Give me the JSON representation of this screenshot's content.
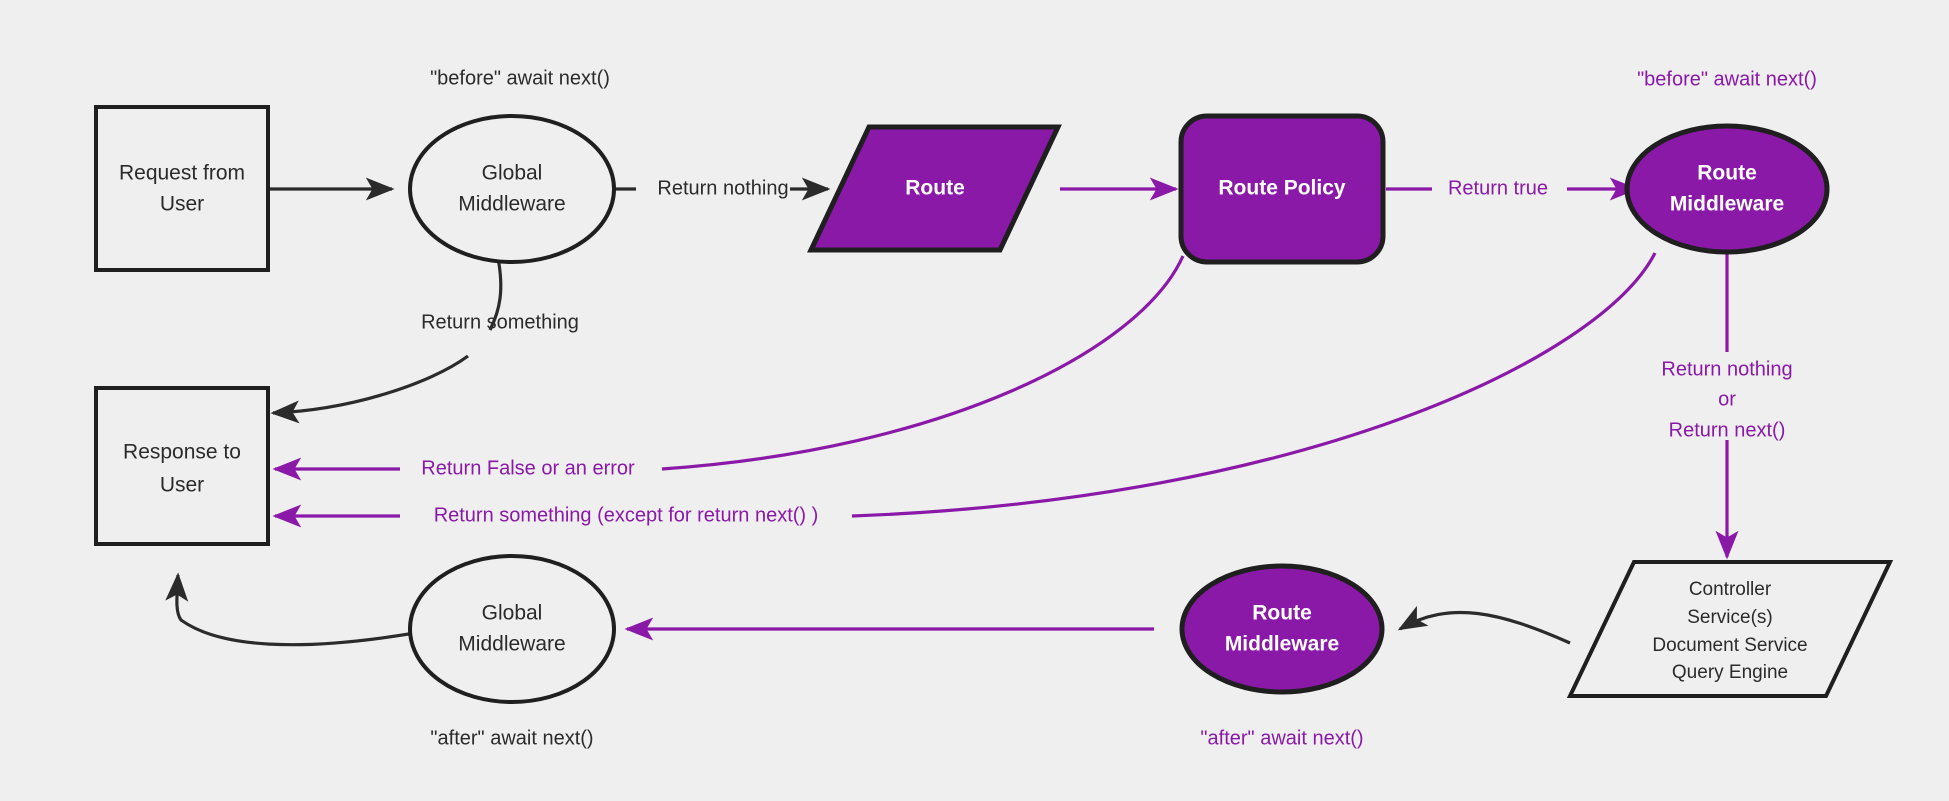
{
  "diagram": {
    "title": "Request lifecycle middleware flow",
    "background_color": "#efefef",
    "accent_color": "#8a19a8",
    "dark_color": "#2b2b2b"
  },
  "nodes": {
    "request": {
      "line1": "Request from",
      "line2": "User"
    },
    "global_middleware_top": {
      "line1": "Global",
      "line2": "Middleware"
    },
    "route": {
      "line1": "Route"
    },
    "route_policy": {
      "line1": "Route Policy"
    },
    "route_middleware_top": {
      "line1": "Route",
      "line2": "Middleware"
    },
    "controller": {
      "line1": "Controller",
      "line2": "Service(s)",
      "line3": "Document Service",
      "line4": "Query Engine"
    },
    "route_middleware_bottom": {
      "line1": "Route",
      "line2": "Middleware"
    },
    "global_middleware_bottom": {
      "line1": "Global",
      "line2": "Middleware"
    },
    "response": {
      "line1": "Response to",
      "line2": "User"
    }
  },
  "annotations": {
    "before_global": "\"before\" await next()",
    "before_route_mw": "\"before\" await next()",
    "after_global": "\"after\" await next()",
    "after_route_mw": "\"after\" await next()"
  },
  "edges": {
    "return_nothing": "Return nothing",
    "return_something": "Return something",
    "return_true": "Return true",
    "return_false_or_error": "Return False or an error",
    "return_something_except": "Return something (except for return next() )",
    "route_mw_out_line1": "Return nothing",
    "route_mw_out_line2": "or",
    "route_mw_out_line3": "Return next()"
  }
}
